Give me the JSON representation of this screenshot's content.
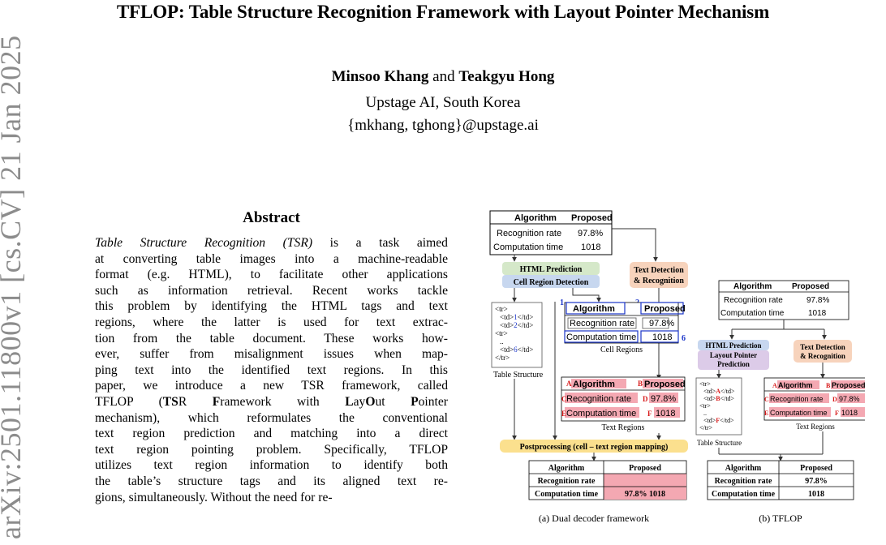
{
  "paper": {
    "title": "TFLOP: Table Structure Recognition Framework with Layout Pointer Mechanism",
    "author1": "Minsoo Khang",
    "author_join": "and",
    "author2": "Teakgyu Hong",
    "affiliation": "Upstage AI, South Korea",
    "email": "{mkhang, tghong}@upstage.ai",
    "arxiv_stamp": "arXiv:2501.11800v1  [cs.CV]  21 Jan 2025"
  },
  "abstract": {
    "heading": "Abstract",
    "lines": [
      "Table Structure Recognition (TSR) is a task aimed",
      "at converting table images into a machine-readable",
      "format (e.g. HTML), to facilitate other applications",
      "such as information retrieval. Recent works tackle",
      "this problem by identifying the HTML tags and text",
      "regions, where the latter is used for text extrac-",
      "tion from the table document. These works how-",
      "ever, suffer from misalignment issues when map-",
      "ping text into the identified text regions. In this",
      "paper, we introduce a new TSR framework, called",
      "TFLOP (TSR Framework with LayOut Pointer",
      "mechanism), which reformulates the conventional",
      "text region prediction and matching into a direct",
      "text region pointing problem. Specifically, TFLOP",
      "utilizes text region information to identify both",
      "the table’s structure tags and its aligned text re-",
      "gions, simultaneously. Without the need for re-"
    ]
  },
  "figure": {
    "table": {
      "col1": "Algorithm",
      "col2": "Proposed",
      "row1_label": "Recognition rate",
      "row1_value": "97.8%",
      "row2_label": "Computation time",
      "row2_value": "1018",
      "merged_value": "97.8% 1018"
    },
    "boxes": {
      "html_pred": "HTML Prediction",
      "cell_region": "Cell Region Detection",
      "text_det_1": "Text Detection",
      "text_det_2": "& Recognition",
      "postproc": "Postprocessing (cell – text region mapping)",
      "layout_pointer_1": "Layout Pointer",
      "layout_pointer_2": "Prediction"
    },
    "labels": {
      "table_structure": "Table Structure",
      "cell_regions": "Cell Regions",
      "text_regions": "Text Regions",
      "caption_a": "(a) Dual decoder framework",
      "caption_b": "(b) TFLOP"
    },
    "html_code": {
      "tr": "<tr>",
      "td1": "<td>1</td>",
      "td2": "<td>2</td>",
      "dots": "..",
      "td6": "<td>6</td>",
      "tr_close": "</tr>",
      "tdA": "<td>A</td>",
      "tdB": "<td>B</td>",
      "tdF": "<td>F</td>"
    },
    "markers": {
      "n1": "1",
      "n2": "2",
      "n6": "6",
      "A": "A",
      "B": "B",
      "C": "C",
      "D": "D",
      "E": "E",
      "F": "F"
    },
    "colors": {
      "green": "#d5e8c9",
      "blue": "#c7d7ef",
      "orange": "#f7d3bc",
      "yellow": "#fbe08e",
      "purple": "#dccbe8",
      "pink": "#f4a8b2",
      "marker_blue": "#1a35c9",
      "marker_red": "#d81b1b"
    }
  }
}
